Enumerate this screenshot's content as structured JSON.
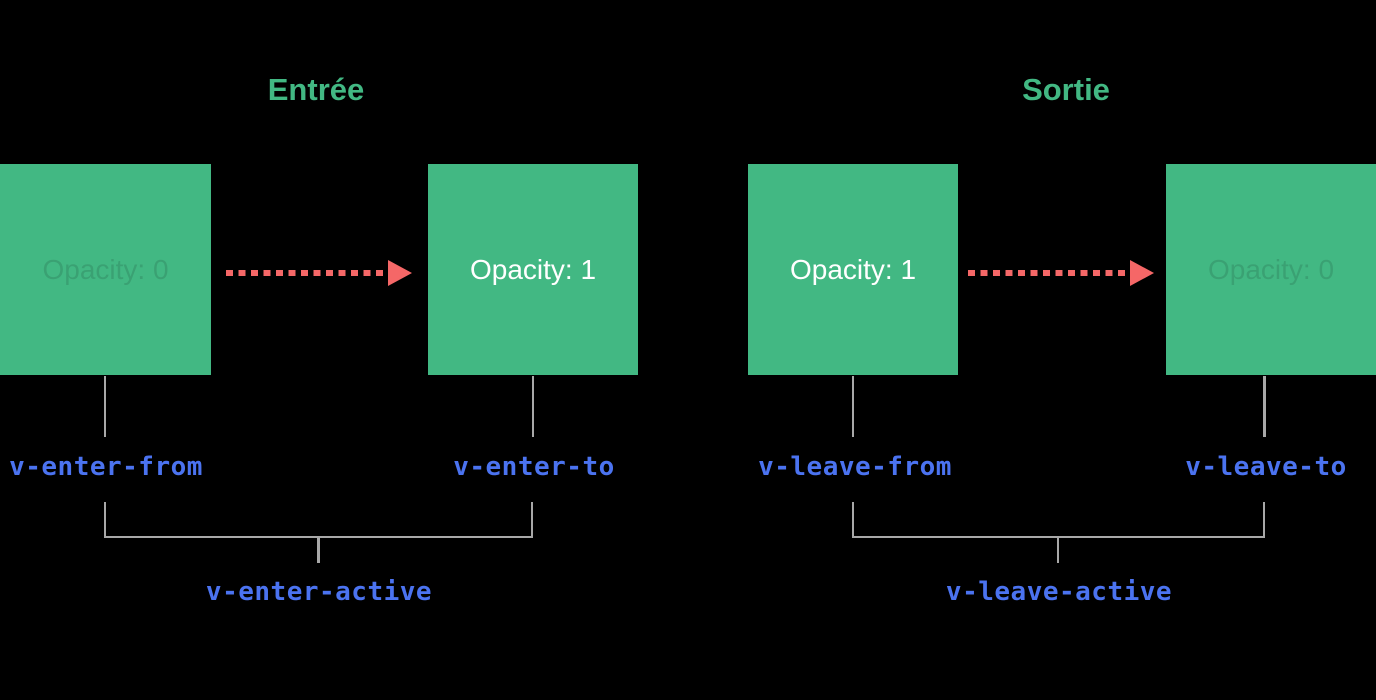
{
  "diagram": {
    "description": "Vue transition classes timeline diagram",
    "colors": {
      "background": "#000000",
      "box_green": "#42b883",
      "title_green": "#42b883",
      "arrow_red": "#f56767",
      "class_label_blue": "#4b73f0",
      "connector_gray": "#a8a8a8",
      "box_text_solid": "#ffffff",
      "box_text_faint": "rgba(0,0,0,0.12)"
    },
    "sections": [
      {
        "title": "Entrée",
        "from_box": {
          "label": "Opacity: 0",
          "state": "faint"
        },
        "to_box": {
          "label": "Opacity: 1",
          "state": "solid"
        },
        "from_class": "v-enter-from",
        "to_class": "v-enter-to",
        "active_class": "v-enter-active"
      },
      {
        "title": "Sortie",
        "from_box": {
          "label": "Opacity: 1",
          "state": "solid"
        },
        "to_box": {
          "label": "Opacity: 0",
          "state": "faint"
        },
        "from_class": "v-leave-from",
        "to_class": "v-leave-to",
        "active_class": "v-leave-active"
      }
    ]
  }
}
